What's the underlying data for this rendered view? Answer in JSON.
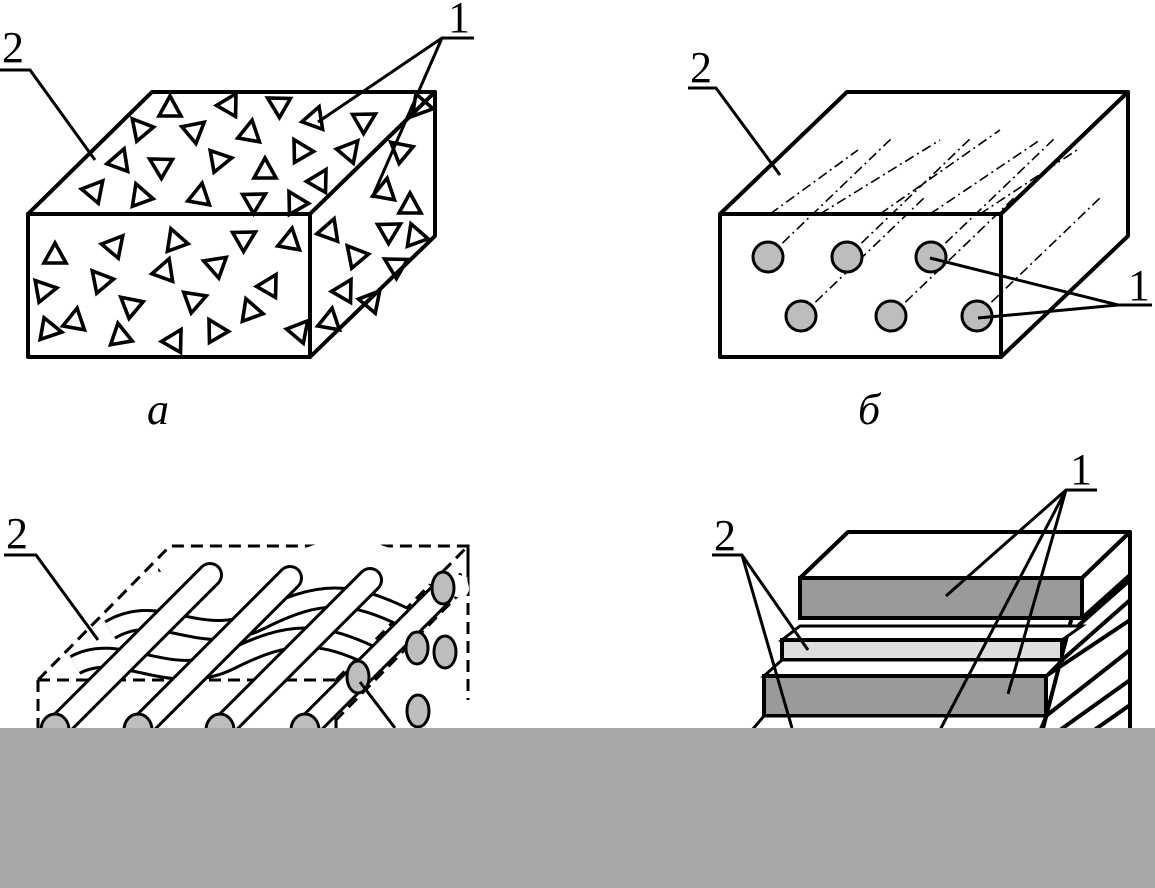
{
  "panels": [
    {
      "caption": "а",
      "labels": [
        "2",
        "1"
      ]
    },
    {
      "caption": "б",
      "labels": [
        "2",
        "1"
      ]
    },
    {
      "caption": "",
      "labels": [
        "2"
      ]
    },
    {
      "caption": "",
      "labels": [
        "2",
        "1"
      ]
    }
  ],
  "colors": {
    "ink": "#000000",
    "fiber_fill": "#bdbdbd",
    "layer_dark": "#9a9a9a",
    "layer_light": "#dedede",
    "occluder": "#a7a7a7"
  }
}
